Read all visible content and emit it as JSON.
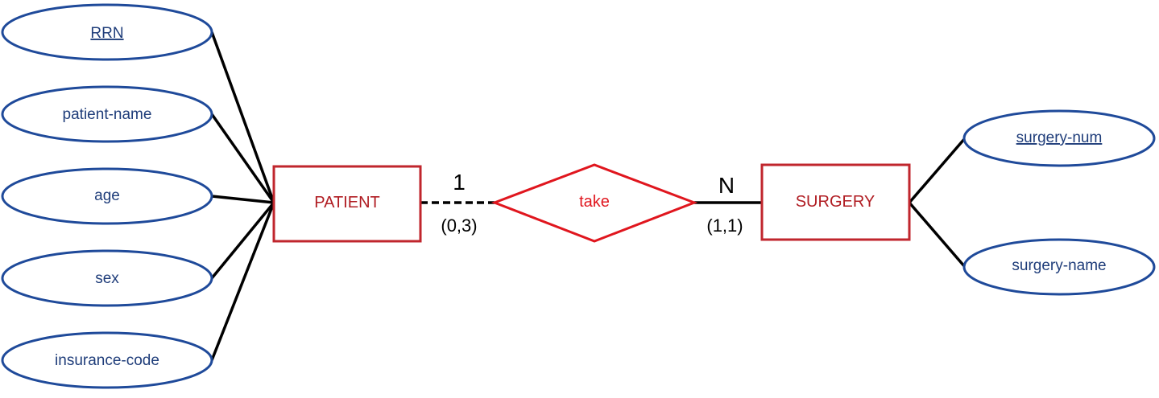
{
  "entities": {
    "patient": {
      "label": "PATIENT"
    },
    "surgery": {
      "label": "SURGERY"
    }
  },
  "relationship": {
    "label": "take"
  },
  "patient_attributes": [
    {
      "label": "RRN",
      "is_key": true
    },
    {
      "label": "patient-name",
      "is_key": false
    },
    {
      "label": "age",
      "is_key": false
    },
    {
      "label": "sex",
      "is_key": false
    },
    {
      "label": "insurance-code",
      "is_key": false
    }
  ],
  "surgery_attributes": [
    {
      "label": "surgery-num",
      "is_key": true
    },
    {
      "label": "surgery-name",
      "is_key": false
    }
  ],
  "cardinality": {
    "patient_side": "1",
    "patient_side_constraint": "(0,3)",
    "surgery_side": "N",
    "surgery_side_constraint": "(1,1)"
  },
  "participation": {
    "patient_side": "partial",
    "surgery_side": "total"
  },
  "colors": {
    "attribute_stroke": "#1f4a9a",
    "attribute_text": "#1f3d7a",
    "entity_stroke": "#c0262d",
    "entity_text": "#b01c22",
    "relationship": "#e0161e",
    "connector": "#000000"
  }
}
